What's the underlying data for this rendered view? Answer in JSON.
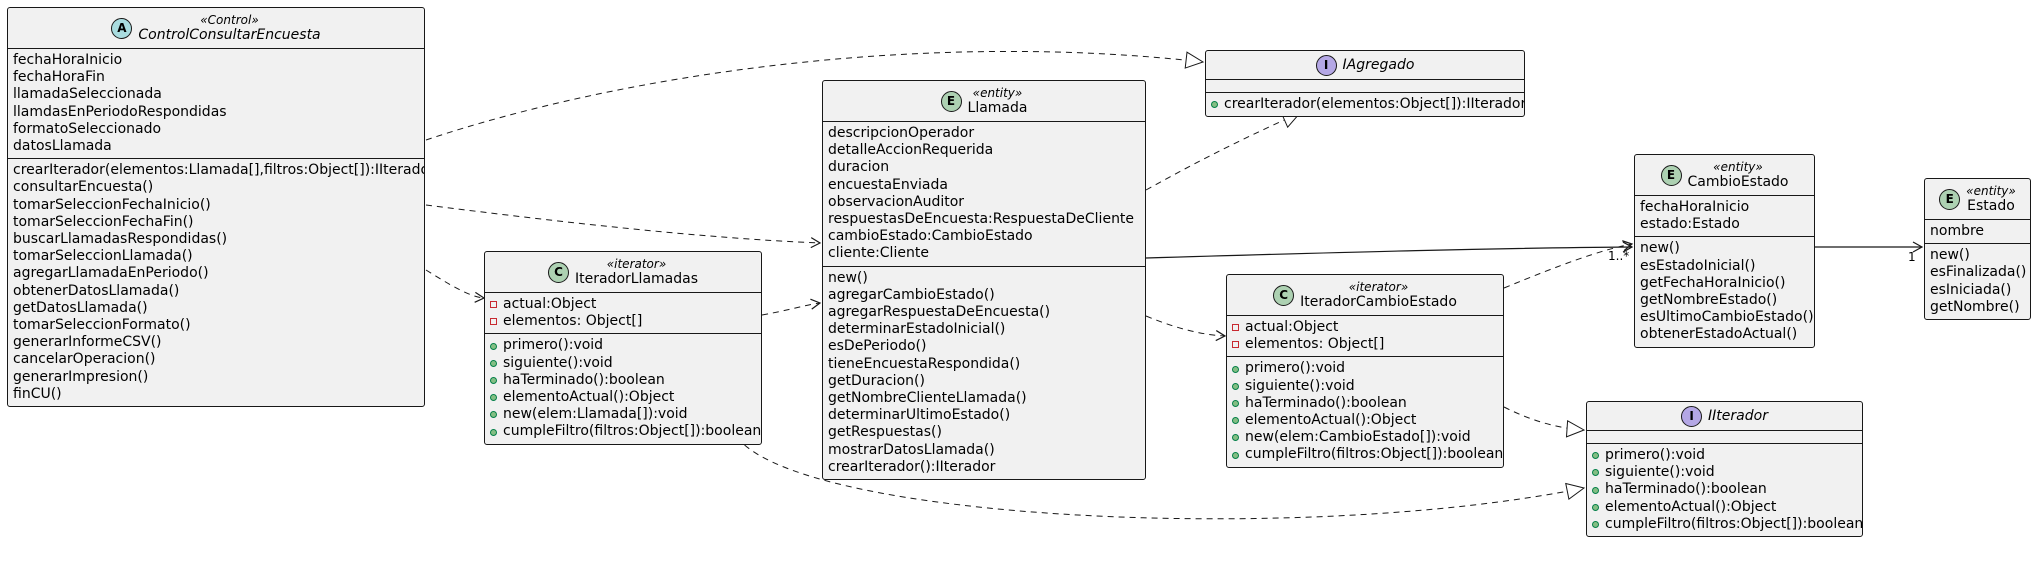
{
  "classes": {
    "control": {
      "stereotype": "«Control»",
      "name": "ControlConsultarEncuesta",
      "icon": "A",
      "attributes": [
        "fechaHoraInicio",
        "fechaHoraFin",
        "llamadaSeleccionada",
        "llamdasEnPeriodoRespondidas",
        "formatoSeleccionado",
        "datosLlamada"
      ],
      "methods": [
        "crearIterador(elementos:Llamada[],filtros:Object[]):IIterador",
        "consultarEncuesta()",
        "tomarSeleccionFechaInicio()",
        "tomarSeleccionFechaFin()",
        "buscarLlamadasRespondidas()",
        "tomarSeleccionLlamada()",
        "agregarLlamadaEnPeriodo()",
        "obtenerDatosLlamada()",
        "getDatosLlamada()",
        "tomarSeleccionFormato()",
        "generarInformeCSV()",
        "cancelarOperacion()",
        "generarImpresion()",
        "finCU()"
      ]
    },
    "iteradorLlamadas": {
      "stereotype": "«iterator»",
      "name": "IteradorLlamadas",
      "icon": "C",
      "attributes": [
        "actual:Object",
        "elementos: Object[]"
      ],
      "methods": [
        "primero():void",
        "siguiente():void",
        "haTerminado():boolean",
        "elementoActual():Object",
        "new(elem:Llamada[]):void",
        "cumpleFiltro(filtros:Object[]):boolean"
      ]
    },
    "llamada": {
      "stereotype": "«entity»",
      "name": "Llamada",
      "icon": "E",
      "attributes": [
        "descripcionOperador",
        "detalleAccionRequerida",
        "duracion",
        "encuestaEnviada",
        "observacionAuditor",
        "respuestasDeEncuesta:RespuestaDeCliente",
        "cambioEstado:CambioEstado",
        "cliente:Cliente"
      ],
      "methods": [
        "new()",
        "agregarCambioEstado()",
        "agregarRespuestaDeEncuesta()",
        "determinarEstadoInicial()",
        "esDePeriodo()",
        "tieneEncuestaRespondida()",
        "getDuracion()",
        "getNombreClienteLlamada()",
        "determinarUltimoEstado()",
        "getRespuestas()",
        "mostrarDatosLlamada()",
        "crearIterador():IIterador"
      ]
    },
    "iagregado": {
      "name": "IAgregado",
      "icon": "I",
      "methods": [
        "crearIterador(elementos:Object[]):IIterador"
      ]
    },
    "iteradorCambioEstado": {
      "stereotype": "«iterator»",
      "name": "IteradorCambioEstado",
      "icon": "C",
      "attributes": [
        "actual:Object",
        "elementos: Object[]"
      ],
      "methods": [
        "primero():void",
        "siguiente():void",
        "haTerminado():boolean",
        "elementoActual():Object",
        "new(elem:CambioEstado[]):void",
        "cumpleFiltro(filtros:Object[]):boolean"
      ]
    },
    "cambioEstado": {
      "stereotype": "«entity»",
      "name": "CambioEstado",
      "icon": "E",
      "attributes": [
        "fechaHoraInicio",
        "estado:Estado"
      ],
      "methods": [
        "new()",
        "esEstadoInicial()",
        "getFechaHoraInicio()",
        "getNombreEstado()",
        "esUltimoCambioEstado()",
        "obtenerEstadoActual()"
      ]
    },
    "iiterador": {
      "name": "IIterador",
      "icon": "I",
      "methods": [
        "primero():void",
        "siguiente():void",
        "haTerminado():boolean",
        "elementoActual():Object",
        "cumpleFiltro(filtros:Object[]):boolean"
      ]
    },
    "estado": {
      "stereotype": "«entity»",
      "name": "Estado",
      "icon": "E",
      "attributes": [
        "nombre"
      ],
      "methods": [
        "new()",
        "esFinalizada()",
        "esIniciada()",
        "getNombre()"
      ]
    }
  },
  "multiplicities": {
    "llamada_cambioEstado": "1..*",
    "cambioEstado_estado": "1"
  }
}
